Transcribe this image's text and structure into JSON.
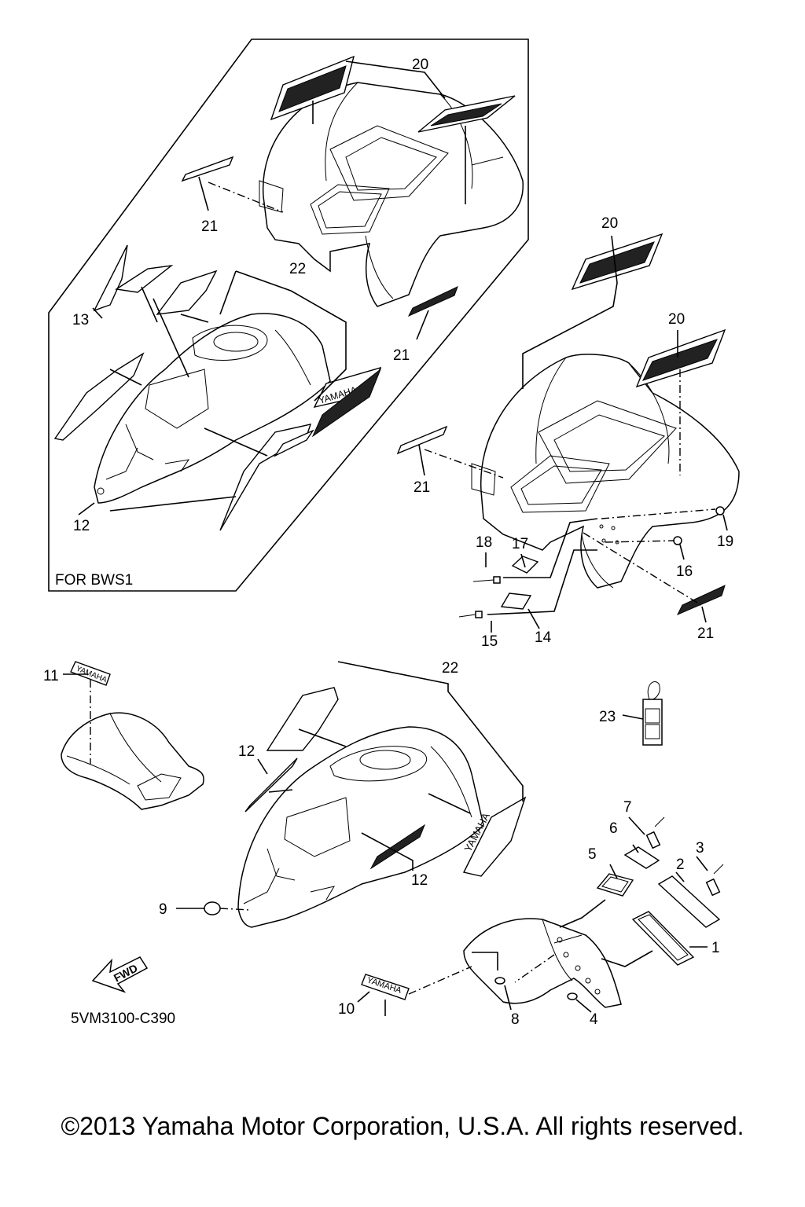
{
  "callouts": [
    "1",
    "2",
    "3",
    "4",
    "5",
    "6",
    "7",
    "8",
    "9",
    "10",
    "11",
    "12",
    "13",
    "14",
    "15",
    "16",
    "17",
    "18",
    "19",
    "20",
    "21",
    "22",
    "23"
  ],
  "inset_label": "FOR BWS1",
  "diagram_code": "5VM3100-C390",
  "fwd_arrow_label": "FWD",
  "decal_text": "YAMAHA",
  "copyright": "©2013 Yamaha Motor Corporation, U.S.A. All rights reserved."
}
